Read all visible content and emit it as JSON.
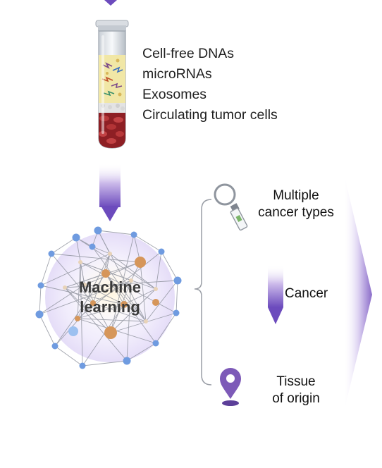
{
  "analytes": [
    "Cell-free DNAs",
    "microRNAs",
    "Exosomes",
    "Circulating tumor cells"
  ],
  "model": {
    "line1": "Machine",
    "line2": "learning"
  },
  "outputs": {
    "multiple_cancer_types": [
      "Multiple",
      "cancer types"
    ],
    "cancer": "Cancer",
    "tissue_of_origin": [
      "Tissue",
      "of origin"
    ]
  },
  "colors": {
    "arrow_purple": "#7b5cc4",
    "node_blue": "#6f9be0",
    "node_orange": "#d6965a",
    "blood_red": "#a8282b",
    "plasma_yellow": "#f1e7a6",
    "pin_purple": "#7d5ab8"
  },
  "icons": [
    "blood-tube-icon",
    "magnifier-icon",
    "location-pin-icon",
    "neural-network-icon"
  ]
}
